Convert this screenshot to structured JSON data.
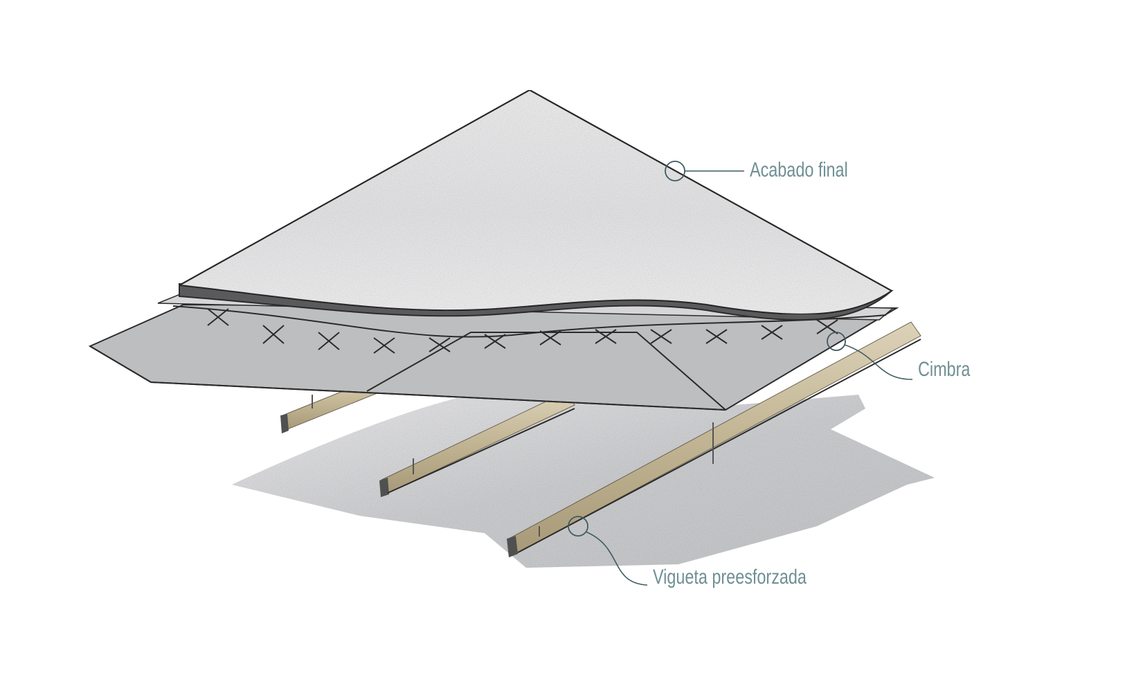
{
  "callouts": {
    "acabado": "Acabado final",
    "cimbra": "Cimbra",
    "vigueta": "Vigueta preesforzada"
  },
  "colors": {
    "callout_text": "#6f8f94",
    "callout_line": "#3f5b60",
    "top_slab": "#ebebed",
    "formwork": "#bdbec0",
    "joist": "#c8bc9e",
    "shadow": "#d2d3d6",
    "outline": "#2b2b2b"
  }
}
